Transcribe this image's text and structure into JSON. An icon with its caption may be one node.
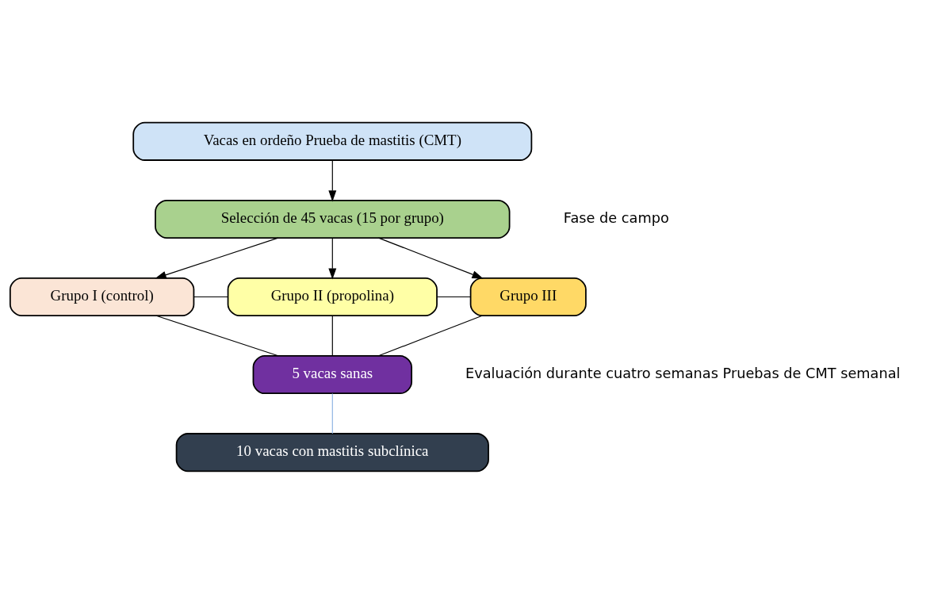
{
  "diagram": {
    "nodes": [
      {
        "text": [
          "Vacas en ordeño Prueba de mastitis (CMT)"
        ]
      },
      {
        "text": [
          "Selección de 45 vacas (15 por grupo)"
        ]
      },
      {
        "text": [
          "Grupo I (control)"
        ]
      },
      {
        "text": [
          "Grupo II (propolina)"
        ]
      },
      {
        "text": [
          "Grupo III"
        ]
      },
      {
        "text": [
          "5 vacas sanas"
        ]
      },
      {
        "text": [
          "10 vacas con mastitis subclínica"
        ]
      }
    ],
    "edges": [
      {
        "from": 0,
        "to": 1,
        "arrow": "to"
      },
      {
        "from": 1,
        "to": 2,
        "arrow": "to"
      },
      {
        "from": 1,
        "to": 3,
        "arrow": "to"
      },
      {
        "from": 1,
        "to": 4,
        "arrow": "to"
      },
      {
        "from": 2,
        "to": 3,
        "arrow": "none"
      },
      {
        "from": 3,
        "to": 4,
        "arrow": "none"
      },
      {
        "from": 2,
        "to": 5,
        "arrow": "none"
      },
      {
        "from": 3,
        "to": 5,
        "arrow": "none"
      },
      {
        "from": 4,
        "to": 5,
        "arrow": "none"
      },
      {
        "from": 5,
        "to": 6,
        "arrow": "none",
        "color": "#8db3e2"
      }
    ],
    "labels": [
      "Fase de campo",
      "Evaluación durante cuatro semanas Pruebas de CMT semanal"
    ]
  }
}
